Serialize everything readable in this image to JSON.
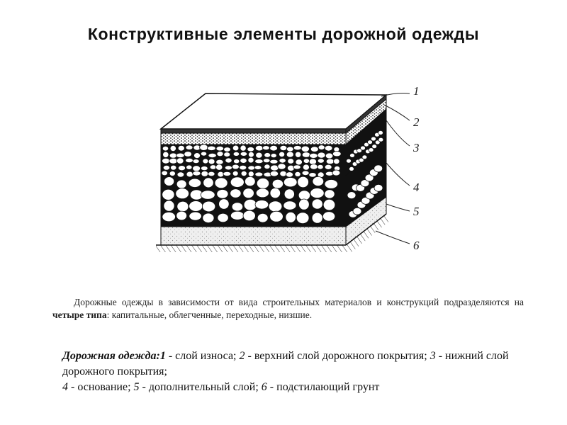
{
  "slide": {
    "title": "Конструктивные элементы дорожной одежды"
  },
  "figure": {
    "callouts": [
      "1",
      "2",
      "3",
      "4",
      "5",
      "6"
    ]
  },
  "paragraph": {
    "text_before": "Дорожные одежды в зависимости от вида строительных материалов и конструкций подразделяются на ",
    "emphasis": "четыре типа",
    "text_after": ": капитальные, облегченные, переходные, низшие."
  },
  "caption": {
    "label": "Дорожная одежда:",
    "items": [
      {
        "num": "1",
        "sep": " - ",
        "text": "слой износа; "
      },
      {
        "num": "2",
        "sep": " - ",
        "text": "верхний слой дорожного покрытия; "
      },
      {
        "num": "3",
        "sep": " - ",
        "text": "нижний слой дорожного покрытия;"
      },
      {
        "num": "4",
        "sep": " - ",
        "text": "основание; "
      },
      {
        "num": "5",
        "sep": " - ",
        "text": "дополнительный слой; "
      },
      {
        "num": "6",
        "sep": " - ",
        "text": "подстилающий грунт"
      }
    ]
  },
  "colors": {
    "ink": "#111111",
    "paper": "#ffffff",
    "sand": "#eeeeee"
  }
}
